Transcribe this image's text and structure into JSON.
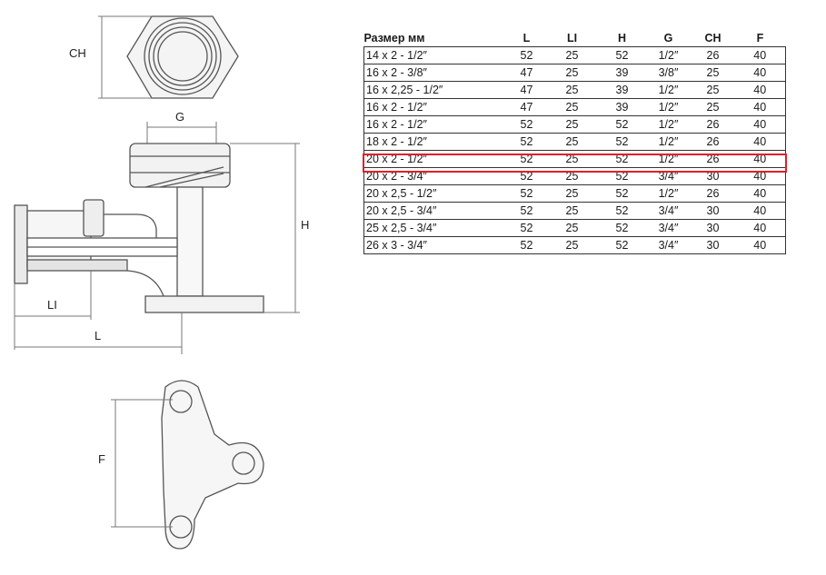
{
  "drawing": {
    "labels": {
      "ch": "CH",
      "g": "G",
      "h": "H",
      "li": "LI",
      "l": "L",
      "f": "F"
    }
  },
  "table": {
    "headers": [
      "Размер мм",
      "L",
      "LI",
      "H",
      "G",
      "CH",
      "F"
    ],
    "rows": [
      [
        "14 x 2 - 1/2″",
        "52",
        "25",
        "52",
        "1/2″",
        "26",
        "40"
      ],
      [
        "16 x 2 - 3/8″",
        "47",
        "25",
        "39",
        "3/8″",
        "25",
        "40"
      ],
      [
        "16 x 2,25 - 1/2″",
        "47",
        "25",
        "39",
        "1/2″",
        "25",
        "40"
      ],
      [
        "16 x 2 - 1/2″",
        "47",
        "25",
        "39",
        "1/2″",
        "25",
        "40"
      ],
      [
        "16 x 2 - 1/2″",
        "52",
        "25",
        "52",
        "1/2″",
        "26",
        "40"
      ],
      [
        "18 x 2 - 1/2″",
        "52",
        "25",
        "52",
        "1/2″",
        "26",
        "40"
      ],
      [
        "20 x 2 - 1/2″",
        "52",
        "25",
        "52",
        "1/2″",
        "26",
        "40"
      ],
      [
        "20 x 2 - 3/4″",
        "52",
        "25",
        "52",
        "3/4″",
        "30",
        "40"
      ],
      [
        "20 x 2,5 - 1/2″",
        "52",
        "25",
        "52",
        "1/2″",
        "26",
        "40"
      ],
      [
        "20 x 2,5 - 3/4″",
        "52",
        "25",
        "52",
        "3/4″",
        "30",
        "40"
      ],
      [
        "25 x 2,5 - 3/4″",
        "52",
        "25",
        "52",
        "3/4″",
        "30",
        "40"
      ],
      [
        "26 x 3 - 3/4″",
        "52",
        "25",
        "52",
        "3/4″",
        "30",
        "40"
      ]
    ],
    "highlighted_row": 6,
    "highlight_color": "#e0202a"
  }
}
